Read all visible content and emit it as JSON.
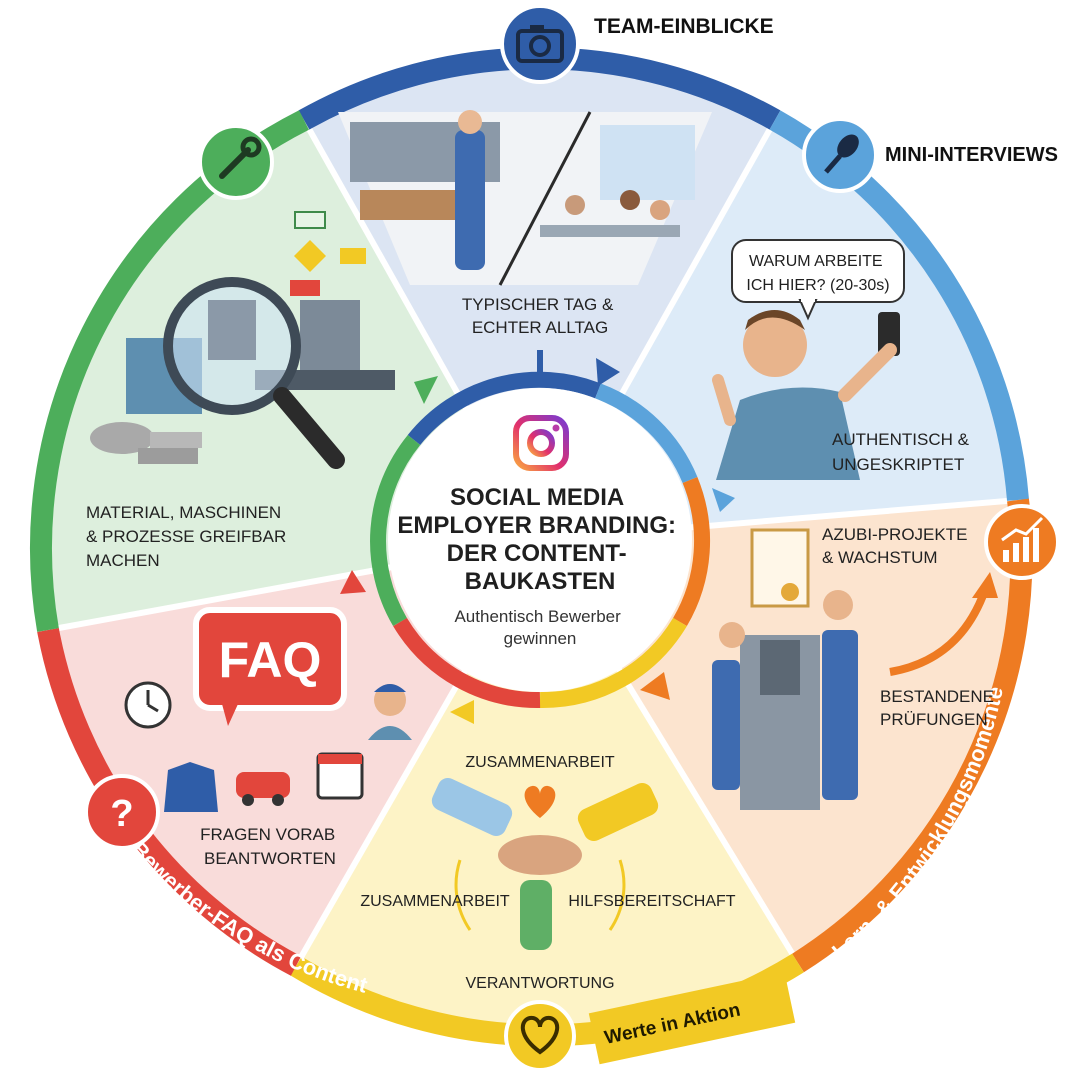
{
  "center": {
    "title_lines": [
      "SOCIAL MEDIA",
      "EMPLOYER BRANDING:",
      "DER CONTENT-",
      "BAUKASTEN"
    ],
    "subtitle_lines": [
      "Authentisch Bewerber",
      "gewinnen"
    ],
    "icon": "instagram-icon"
  },
  "segments": {
    "team": {
      "title": "TEAM-EINBLICKE",
      "icon": "camera-icon",
      "color": "#2F5DA8",
      "caption_lines": [
        "TYPISCHER TAG &",
        "ECHTER ALLTAG"
      ]
    },
    "interviews": {
      "title": "MINI-INTERVIEWS",
      "icon": "microphone-icon",
      "color": "#5BA3DB",
      "bubble_lines": [
        "WARUM ARBEITE",
        "ICH HIER? (20-30s)"
      ],
      "caption_lines": [
        "AUTHENTISCH &",
        "UNGESKRIPTET"
      ]
    },
    "growth": {
      "title": "Lern- & Entwicklungsmomente",
      "icon": "growth-chart-icon",
      "color": "#EE7B22",
      "caption1_lines": [
        "AZUBI-PROJEKTE",
        "& WACHSTUM"
      ],
      "caption2_lines": [
        "BESTANDENE",
        "PRÜFUNGEN"
      ]
    },
    "values": {
      "title": "Werte in Aktion",
      "icon": "heart-icon",
      "color": "#F2C924",
      "labels": {
        "top": "ZUSAMMENARBEIT",
        "left": "ZUSAMMENARBEIT",
        "right": "HILFSBEREITSCHAFT",
        "bottom": "VERANTWORTUNG"
      }
    },
    "faq": {
      "title": "Bewerber-FAQ als Content",
      "icon": "question-icon",
      "color": "#E2463C",
      "bubble": "FAQ",
      "caption_lines": [
        "FRAGEN VORAB",
        "BEANTWORTEN"
      ]
    },
    "material": {
      "title": "",
      "icon": "wrench-icon",
      "color": "#4DAE5B",
      "caption_lines": [
        "MATERIAL, MASCHINEN",
        "& PROZESSE GREIFBAR",
        "MACHEN"
      ]
    }
  }
}
